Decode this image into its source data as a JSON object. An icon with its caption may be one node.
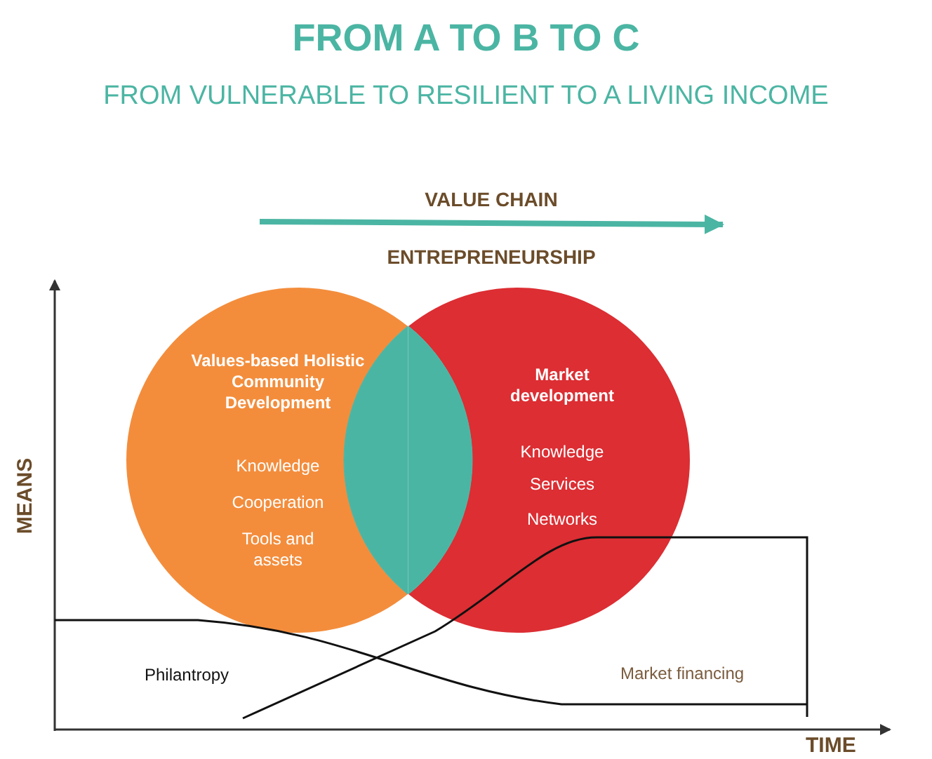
{
  "diagram": {
    "title": "FROM A TO B TO C",
    "nodes": [
      {
        "text": [
          "Values-based Holistic Community Development",
          "Knowledge",
          "Cooperation",
          "Tools and assets"
        ]
      },
      {
        "text": [
          "Market development",
          "Knowledge",
          "Services",
          "Networks"
        ]
      }
    ],
    "edges": [],
    "labels": [
      "FROM VULNERABLE TO RESILIENT TO A LIVING INCOME",
      "VALUE CHAIN",
      "ENTREPRENEURSHIP",
      "MEANS",
      "Philantropy",
      "Market financing",
      "TIME"
    ]
  }
}
